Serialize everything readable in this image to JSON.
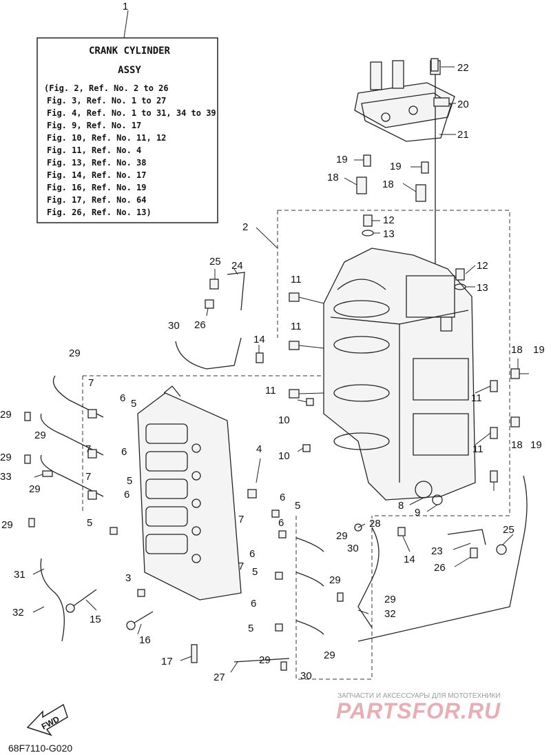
{
  "legend": {
    "ref_number": "1",
    "title_line1": "CRANK CYLINDER",
    "title_line2": "ASSY",
    "lines": [
      "(Fig. 2, Ref. No. 2 to 26",
      "Fig. 3, Ref. No. 1 to 27",
      "Fig. 4, Ref. No. 1 to 31, 34 to 39",
      "Fig. 9, Ref. No. 17",
      "Fig. 10, Ref. No. 11, 12",
      "Fig. 11, Ref. No. 4",
      "Fig. 13, Ref. No. 38",
      "Fig. 14, Ref. No. 17",
      "Fig. 16, Ref. No. 19",
      "Fig. 17, Ref. No. 64",
      "Fig. 26, Ref. No. 13)"
    ]
  },
  "callouts": [
    "22",
    "20",
    "21",
    "19",
    "18",
    "19",
    "18",
    "12",
    "13",
    "2",
    "12",
    "13",
    "25",
    "24",
    "11",
    "26",
    "11",
    "30",
    "14",
    "18",
    "19",
    "29",
    "11",
    "7",
    "10",
    "6",
    "5",
    "29",
    "11",
    "29",
    "6",
    "18",
    "19",
    "29",
    "4",
    "33",
    "5",
    "7",
    "10",
    "6",
    "29",
    "11",
    "7",
    "5",
    "6",
    "8",
    "9",
    "6",
    "28",
    "25",
    "29",
    "7",
    "5",
    "29",
    "30",
    "14",
    "23",
    "26",
    "6",
    "31",
    "7",
    "5",
    "29",
    "3",
    "29",
    "32",
    "15",
    "6",
    "32",
    "16",
    "5",
    "29",
    "17",
    "29",
    "30",
    "27"
  ],
  "watermark": {
    "subtitle": "ЗАПЧАСТИ И АКСЕССУАРЫ ДЛЯ МОТОТЕХНИКИ",
    "brand": "PARTSFOR.RU"
  },
  "fwd_label": "FWD",
  "diagram_code": "68F7110-G020"
}
